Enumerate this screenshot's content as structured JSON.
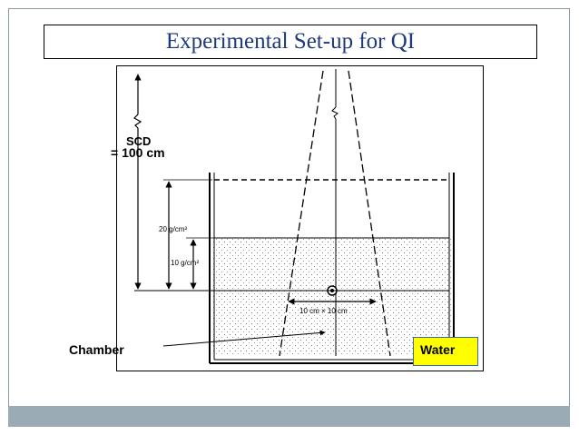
{
  "slide": {
    "title": "Experimental Set-up for QI"
  },
  "diagram": {
    "scd_label": "SCD",
    "scd_value": "= 100 cm",
    "depth_20": "20 g/cm²",
    "depth_10": "10 g/cm²",
    "field_size": "10 cm × 10 cm",
    "chamber_label": "Chamber",
    "water_label": "Water"
  },
  "colors": {
    "title_text": "#1f3a7a",
    "footer_bar": "#9aabb5",
    "water_highlight": "#ffff00"
  }
}
